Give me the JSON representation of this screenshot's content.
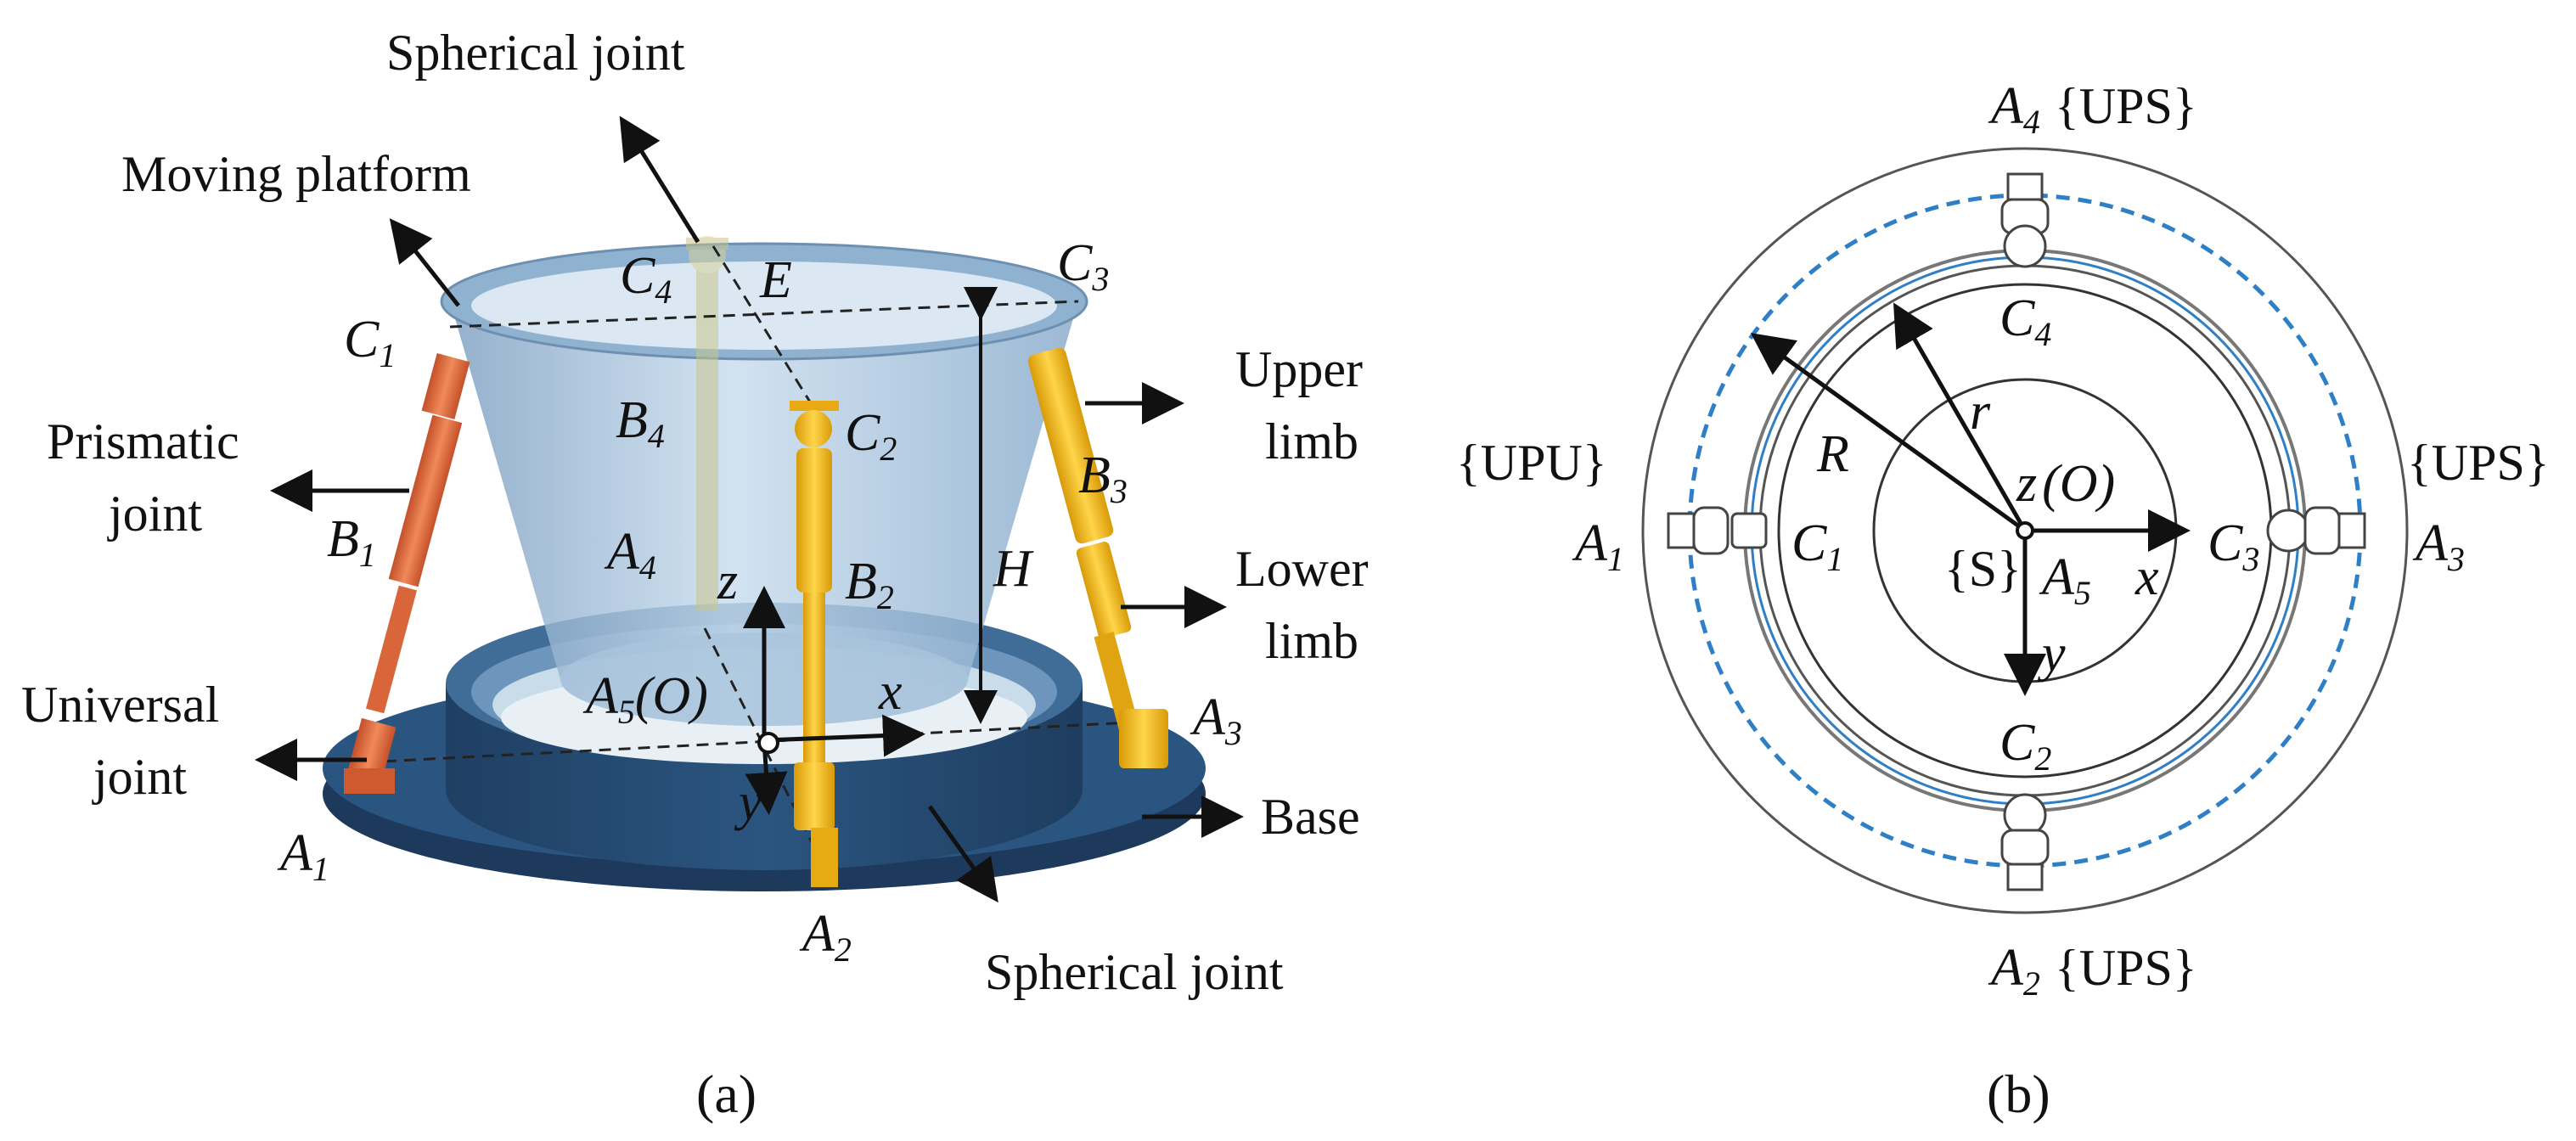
{
  "panel_a": {
    "caption": "(a)",
    "callouts": {
      "spherical_joint_top": "Spherical joint",
      "moving_platform": "Moving platform",
      "prismatic_joint_1": "Prismatic",
      "prismatic_joint_2": "joint",
      "universal_joint_1": "Universal",
      "universal_joint_2": "joint",
      "upper_limb_1": "Upper",
      "upper_limb_2": "limb",
      "lower_limb_1": "Lower",
      "lower_limb_2": "limb",
      "base": "Base",
      "spherical_joint_bottom": "Spherical joint"
    },
    "symbols": {
      "C": "C",
      "B": "B",
      "A": "A",
      "E": "E",
      "H": "H",
      "z": "z",
      "x": "x",
      "y": "y",
      "O_paren": "(O)",
      "s1": "1",
      "s2": "2",
      "s3": "3",
      "s4": "4",
      "s5": "5"
    }
  },
  "panel_b": {
    "caption": "(b)",
    "annotations": {
      "ups": "{UPS}",
      "upu": "{UPU}",
      "frame": "{S}",
      "O_paren": "(O)",
      "R": "R",
      "r": "r"
    }
  },
  "colors": {
    "orange_limb": "#e06a38",
    "yellow_limb": "#f2b81a",
    "base_navy": "#22466d",
    "platform_blue": "#8fb2d1",
    "dashed_circle": "#2f7fc7"
  }
}
